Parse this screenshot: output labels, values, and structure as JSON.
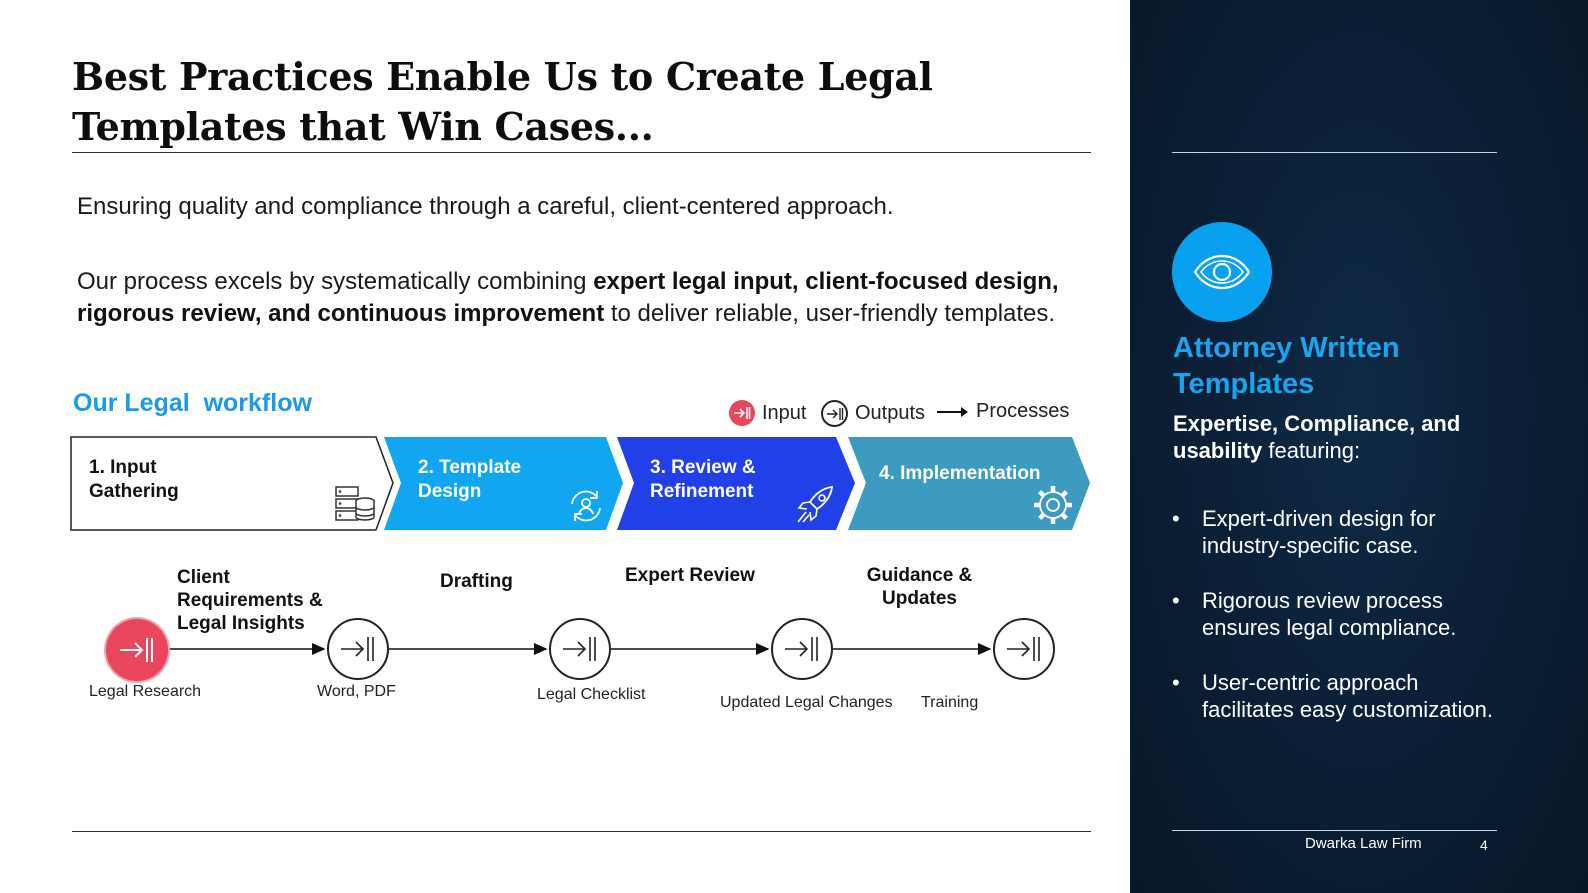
{
  "title": "Best Practices Enable Us to Create Legal Templates that Win Cases...",
  "subtitle": "Ensuring quality and compliance through a careful, client-centered approach.",
  "paragraph": {
    "pre": "Our process excels by systematically combining ",
    "bold": "expert legal input, client-focused design, rigorous review, and continuous improvement",
    "post": " to deliver reliable, user-friendly templates."
  },
  "workflow": {
    "heading": "Our Legal  workflow",
    "legend": {
      "input": "Input",
      "outputs": "Outputs",
      "processes": "Processes"
    },
    "phases": [
      {
        "label": "1. Input Gathering",
        "icon": "database-icon",
        "color": "#ffffff"
      },
      {
        "label": "2. Template Design",
        "icon": "refresh-user-icon",
        "color": "#12a6f0"
      },
      {
        "label": "3. Review & Refinement",
        "icon": "rocket-icon",
        "color": "#2140e8"
      },
      {
        "label": "4. Implementation",
        "icon": "gear-icon",
        "color": "#3c9bbf"
      }
    ],
    "stages": [
      "Client Requirements & Legal Insights",
      "Drafting",
      "Expert Review",
      "Guidance & Updates"
    ],
    "nodes": [
      {
        "label": "Legal Research",
        "type": "input"
      },
      {
        "label": "Word, PDF",
        "type": "output"
      },
      {
        "label": "Legal Checklist",
        "type": "output"
      },
      {
        "label": "Updated Legal Changes",
        "type": "output"
      },
      {
        "label": "Training",
        "type": "output"
      }
    ]
  },
  "panel": {
    "icon": "eye-icon",
    "title": "Attorney Written Templates",
    "subtitle_bold": "Expertise, Compliance, and usability",
    "subtitle_rest": " featuring:",
    "bullets": [
      "Expert-driven design for industry-specific case.",
      "Rigorous review process ensures legal compliance.",
      "User-centric approach facilitates easy customization."
    ],
    "footer": "Dwarka Law Firm",
    "page_number": "4"
  }
}
